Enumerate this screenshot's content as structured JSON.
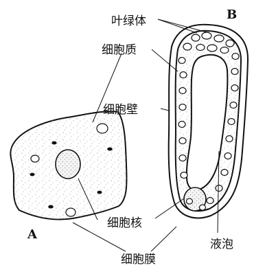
{
  "diagram": {
    "cell_a": {
      "letter": "A"
    },
    "cell_b": {
      "letter": "B"
    },
    "labels": {
      "chloroplast": "叶绿体",
      "cytoplasm": "细胞质",
      "cell_wall": "细胞壁",
      "nucleus": "细胞核",
      "vacuole": "液泡",
      "cell_membrane": "细胞膜"
    }
  }
}
